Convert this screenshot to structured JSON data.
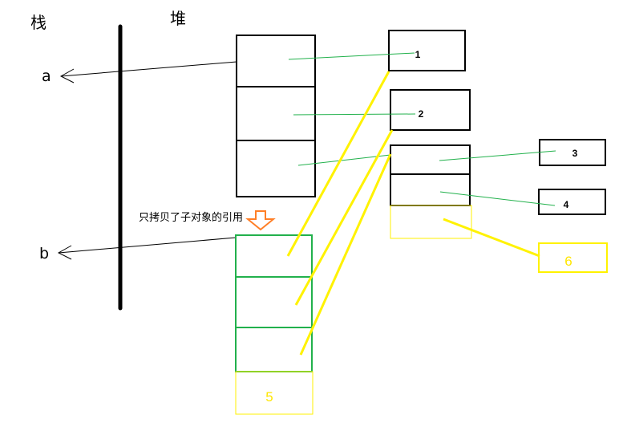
{
  "labels": {
    "stack": "栈",
    "heap": "堆",
    "var_a": "a",
    "var_b": "b",
    "annotation": "只拷贝了子对象的引用"
  },
  "boxes": {
    "n1": "1",
    "n2": "2",
    "n3": "3",
    "n4": "4",
    "n5": "5",
    "n6": "6"
  },
  "colors": {
    "black": "#000000",
    "green_line": "#22b14c",
    "yellow": "#fff200",
    "orange_arrow": "#ff7f27"
  }
}
